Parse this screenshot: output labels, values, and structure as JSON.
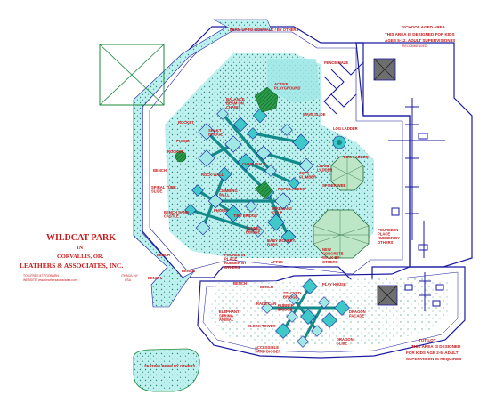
{
  "title": {
    "main": "WILDCAT PARK",
    "line2": "IN",
    "line3": "CORVALLIS, OR.",
    "line4": "LEATHERS & ASSOCIATES, INC.",
    "credit_left_1": "TOLLFREE 877-GOBARN",
    "credit_left_2": "WEBSITE: www.leathersassociates.com",
    "credit_right_1": "ITHACA, NY",
    "credit_right_2": "USA"
  },
  "notes": {
    "berm_top": "BERM UP TO SIDEWALK / BY OTHERS",
    "school_age_1": "SCHOOL AGED AREA",
    "school_age_2": "THIS AREA IS DESIGNED FOR KIDS",
    "school_age_3": "AGES 5-12. ADULT SUPERVISION IS",
    "school_age_4": "RECOMMENDED",
    "tot_lot_1": "TOT LOT",
    "tot_lot_2": "THIS AREA IS DESIGNED",
    "tot_lot_3": "FOR KIDS AGE 2-5. ADULT",
    "tot_lot_4": "SUPERVISION IS REQUIRED",
    "seating_berm": "SEATING BERM BY OTHERS"
  },
  "labels": [
    "BALANCE BEAM ON CHAINS",
    "ROCKET",
    "SHAKY BRIDGE",
    "PHONE",
    "BENCH",
    "SPIRAL TUBE SLIDE",
    "ROCK WALL",
    "CLIMBING WALL",
    "CHAIN WALK",
    "BENCH SAND CASTLE",
    "PHONE",
    "TIRE BRIDGE",
    "TUNNEL BRIDGE",
    "FIREMANS POLE",
    "BABY MONKEY BARS",
    "ROPE LADDER",
    "LOG LADDER",
    "SOFT CLIMBER",
    "SPIDER WEB",
    "ACTIVE PLAYGROUND",
    "WAVE SLIDE",
    "LOG LADDER",
    "CHAIN LADDER",
    "FENCE MAZE",
    "NEW CONCRETE WALK BY OTHERS",
    "POURED IN PLACE RUBBER BY OTHERS",
    "POURED IN PLACE RUBBER BY OTHERS",
    "APPLE",
    "BENCH",
    "BENCH",
    "ELEPHANT SPRING ANIMAL",
    "RACE CAR",
    "RUBBER BRIDGE",
    "STACKED BRIDGE",
    "PLAY HOUSE",
    "DRAGON FACADE",
    "DRAGON SLIDE",
    "CLOCK TOWER",
    "ACCESSIBLE SAND DIGGER",
    "BENCH",
    "BENCH",
    "BENCH",
    "ROCKET"
  ],
  "colors": {
    "outline": "#1a1aa0",
    "fill_cyan": "#9fe8e6",
    "deck_teal": "#3fc8c8",
    "deck_dark": "#128a8a",
    "dots": "#2a8c7a",
    "label_red": "#c81818",
    "tree_green": "#1f8a3a"
  }
}
